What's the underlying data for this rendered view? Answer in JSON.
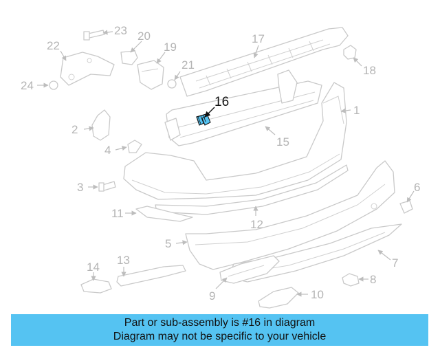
{
  "diagram": {
    "highlight_color": "#55c3f2",
    "highlighted_part": "16",
    "callouts": [
      "1",
      "2",
      "3",
      "4",
      "5",
      "6",
      "7",
      "8",
      "9",
      "10",
      "11",
      "12",
      "13",
      "14",
      "15",
      "16",
      "17",
      "18",
      "19",
      "20",
      "21",
      "22",
      "23",
      "24"
    ]
  },
  "banner": {
    "line1": "Part or sub-assembly is #16 in diagram",
    "line2": "Diagram may not be specific to your vehicle",
    "color": "#55c3f2"
  }
}
